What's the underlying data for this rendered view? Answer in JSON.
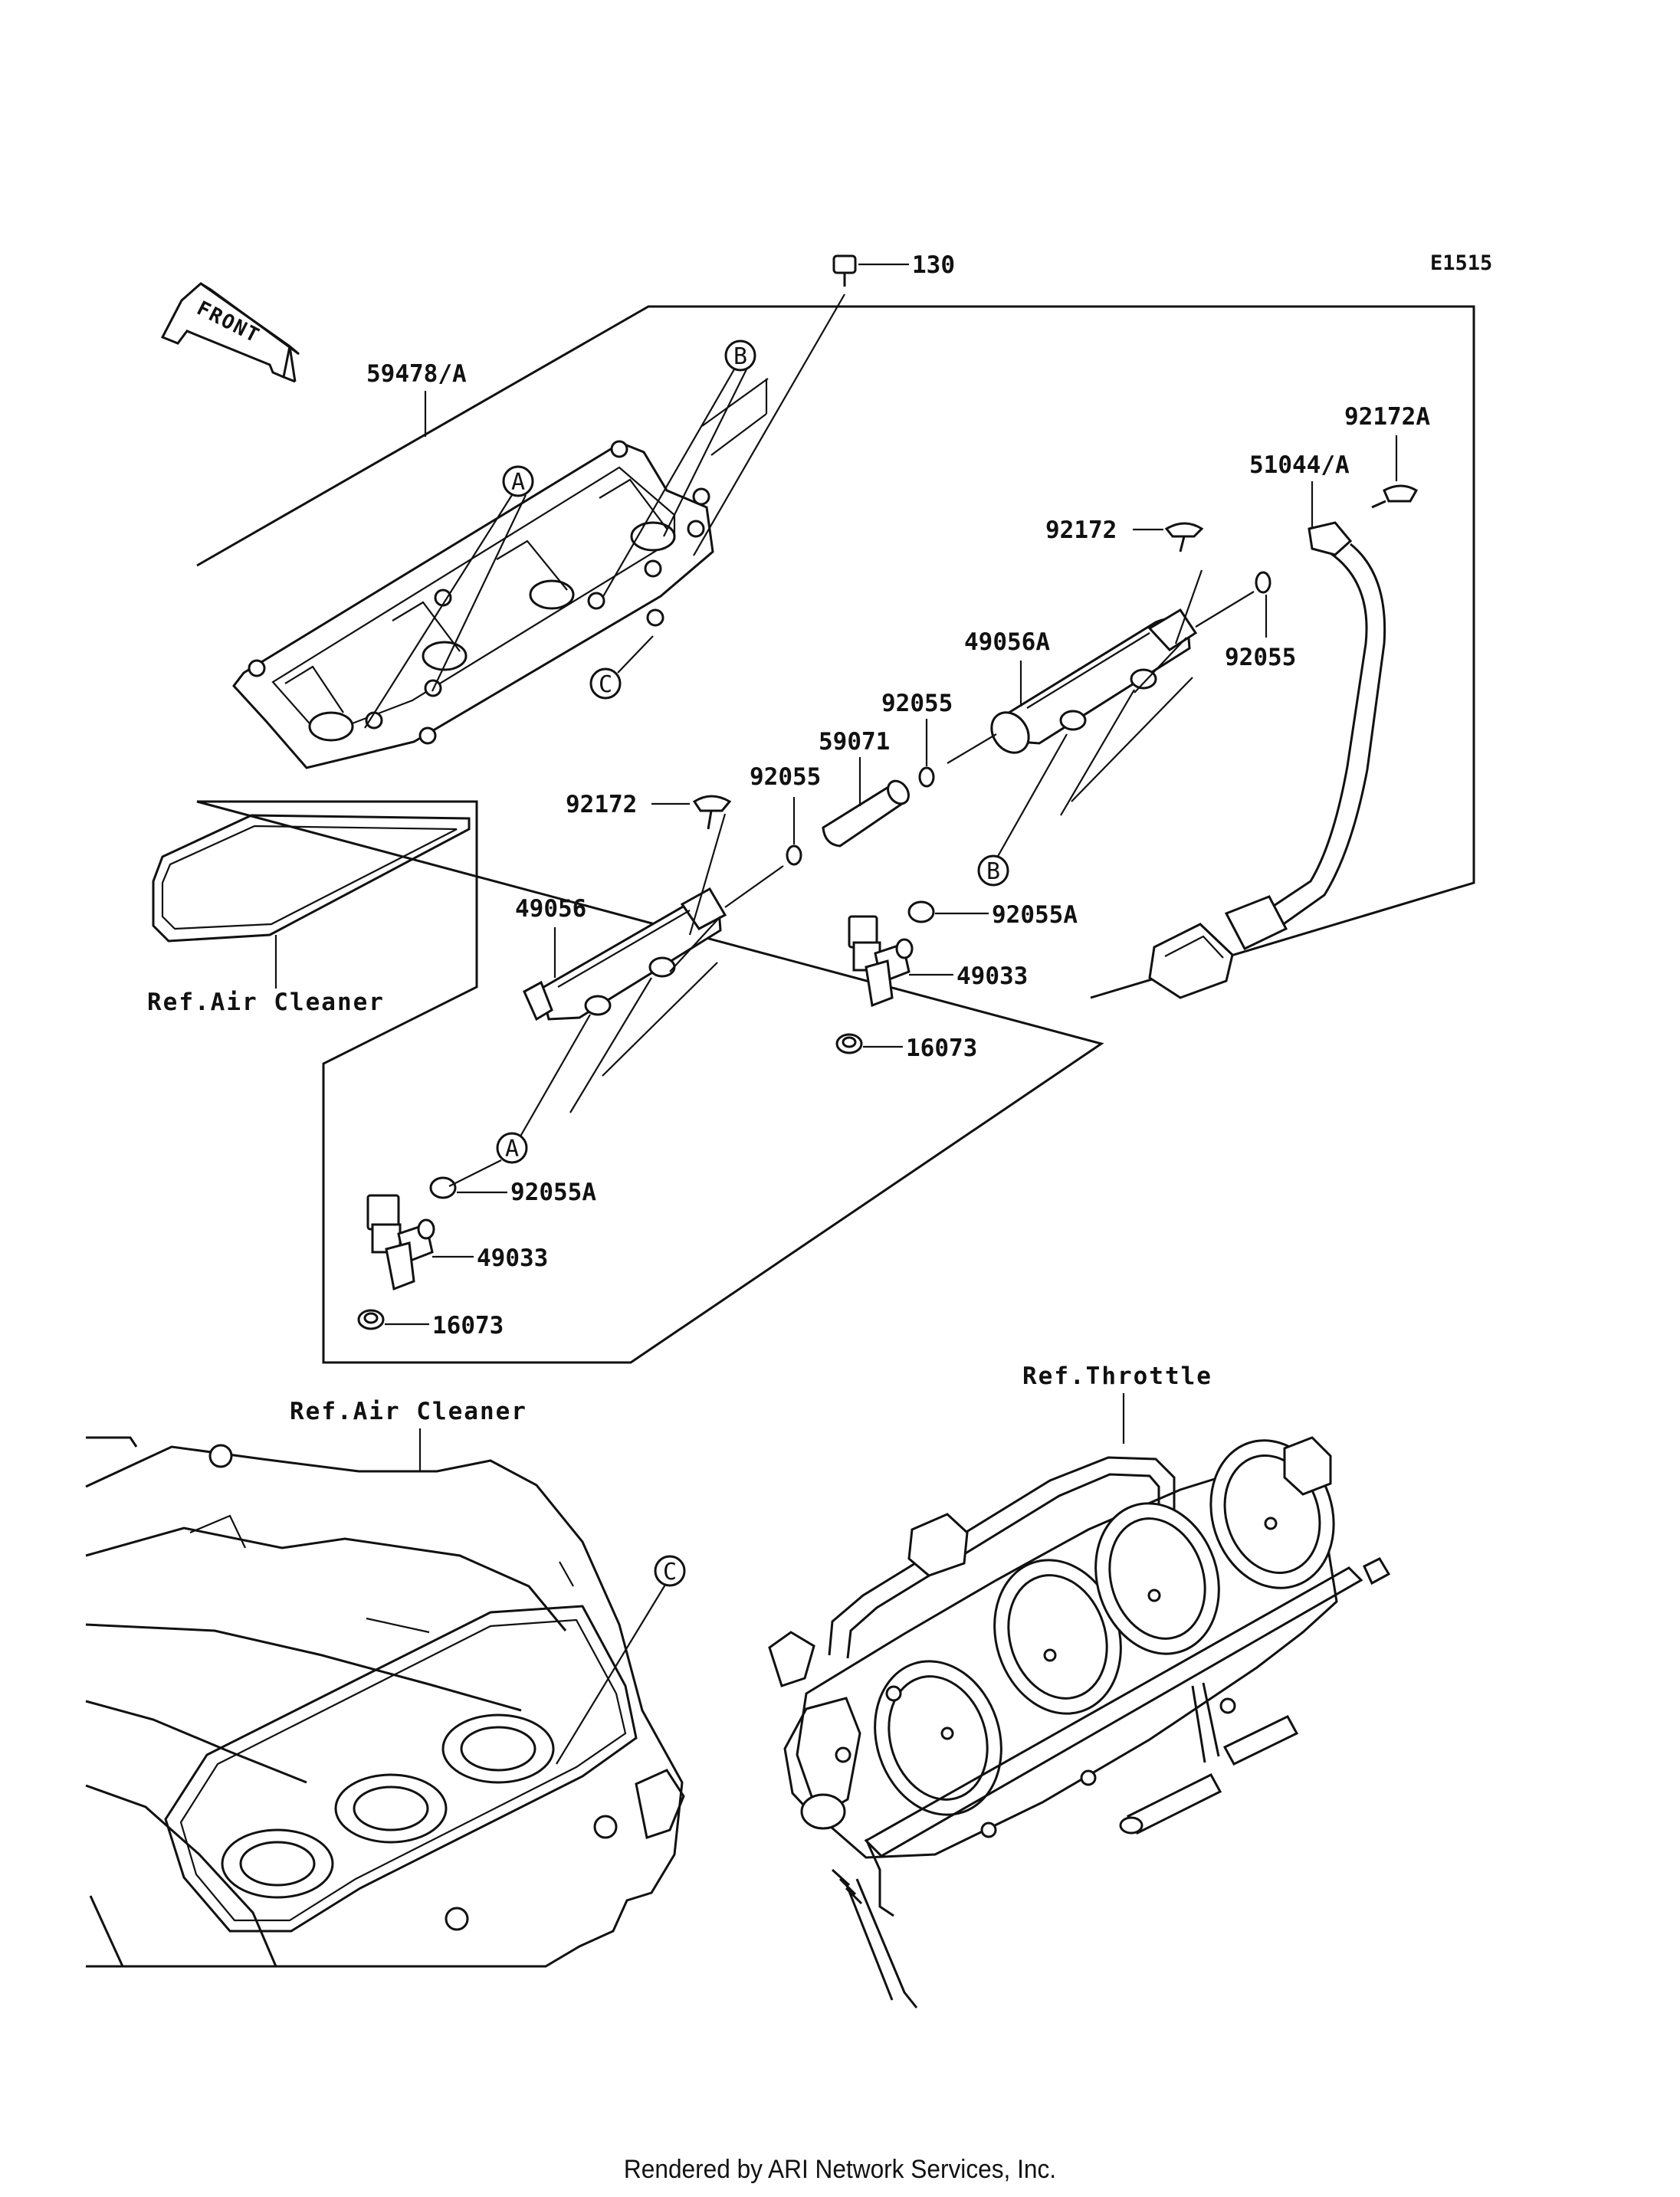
{
  "diagram_code": "E1515",
  "front_label": "FRONT",
  "labels": {
    "p130": "130",
    "p59478": "59478/A",
    "p92172a": "92172A",
    "p51044": "51044/A",
    "p92172_r": "92172",
    "p92055_r": "92055",
    "p49056a": "49056A",
    "p92055_m": "92055",
    "p59071": "59071",
    "p92055_l": "92055",
    "p92172_l": "92172",
    "p49056": "49056",
    "p92055a_r": "92055A",
    "p49033_r": "49033",
    "p16073_r": "16073",
    "p92055a_l": "92055A",
    "p49033_l": "49033",
    "p16073_l": "16073",
    "ref_air_top": "Ref.Air Cleaner",
    "ref_air_bottom": "Ref.Air Cleaner",
    "ref_throttle": "Ref.Throttle"
  },
  "callouts": {
    "a1": "A",
    "a2": "A",
    "b1": "B",
    "b2": "B",
    "c1": "C",
    "c2": "C"
  },
  "footer": "Rendered by ARI Network Services, Inc."
}
